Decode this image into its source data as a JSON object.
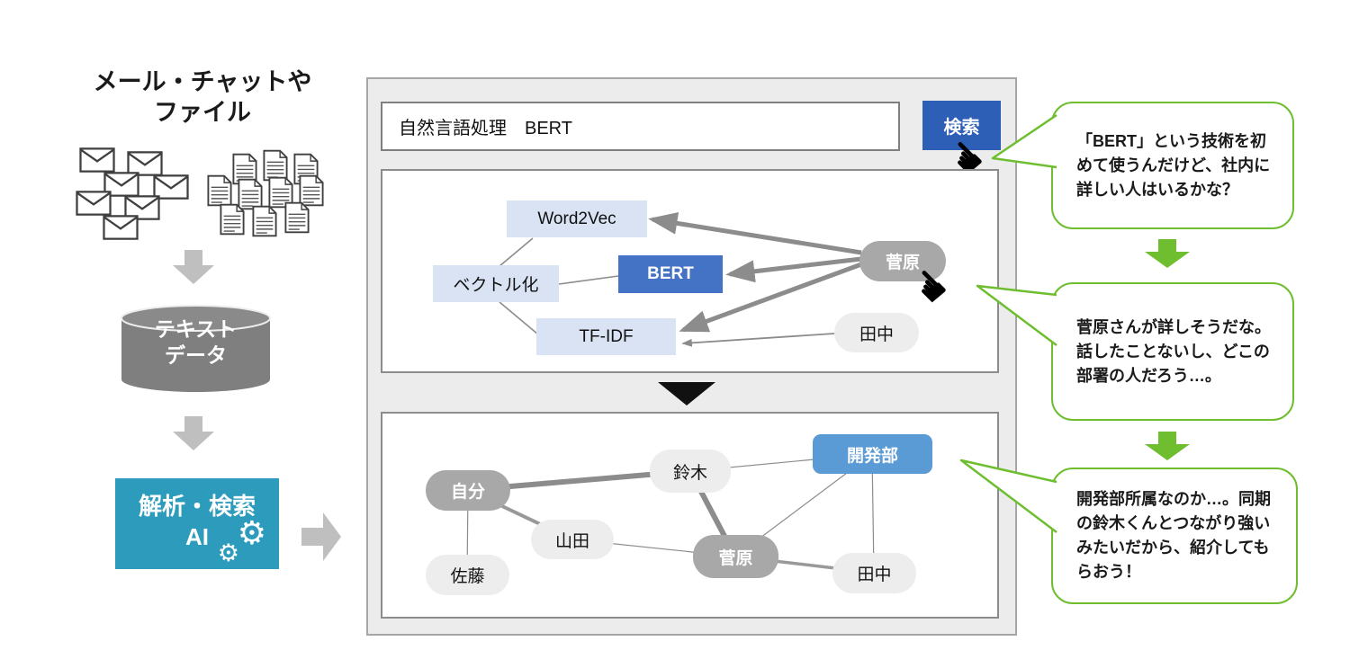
{
  "left": {
    "title1": "メール・チャットや",
    "title2": "ファイル",
    "db1": "テキスト",
    "db2": "データ",
    "ai1": "解析・検索",
    "ai2": "AI"
  },
  "search": {
    "query": "自然言語処理　BERT",
    "button": "検索"
  },
  "tech": {
    "word2vec": "Word2Vec",
    "vectorize": "ベクトル化",
    "bert": "BERT",
    "tfidf": "TF-IDF",
    "sugawara": "菅原",
    "tanaka": "田中"
  },
  "org": {
    "jibun": "自分",
    "suzuki": "鈴木",
    "kaihatsubu": "開発部",
    "yamada": "山田",
    "sugawara": "菅原",
    "sato": "佐藤",
    "tanaka": "田中"
  },
  "bubbles": [
    {
      "text": "「BERT」という技術を初めて使うんだけど、社内に詳しい人はいるかな？"
    },
    {
      "text": "菅原さんが詳しそうだな。話したことないし、どこの部署の人だろう…。"
    },
    {
      "text": "開発部所属なのか…。同期の鈴木くんとつながり強いみたいだから、紹介してもらおう！"
    }
  ],
  "icons": {
    "cursor_glyph": "☚",
    "gear_glyph": "⚙"
  },
  "colors": {
    "bert_blue": "#4472c4",
    "button_blue": "#2d5fb7",
    "light_blue_node": "#dae3f3",
    "dept_blue": "#5b9bd5",
    "teal_ai": "#2d9cbc",
    "green_accent": "#6ebe30",
    "gray_node": "#a8a8a8",
    "light_node": "#ededed",
    "edge_gray": "#8c8c8c",
    "panel_bg": "#ececec",
    "cylinder_gray": "#7f7f7f",
    "flow_arrow_gray": "#bfbfbf"
  }
}
